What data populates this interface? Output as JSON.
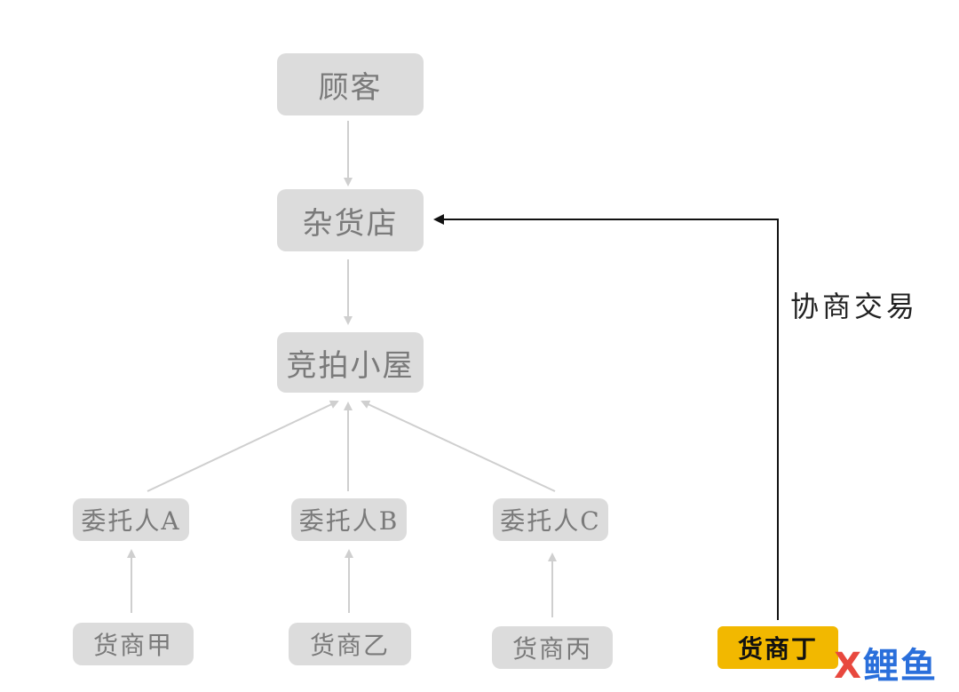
{
  "nodes": {
    "customer": "顾客",
    "grocery": "杂货店",
    "auction_house": "竞拍小屋",
    "consignor_a": "委托人A",
    "consignor_b": "委托人B",
    "consignor_c": "委托人C",
    "merchant_jia": "货商甲",
    "merchant_yi": "货商乙",
    "merchant_bing": "货商丙",
    "merchant_ding": "货商丁"
  },
  "edges": [
    {
      "from": "customer",
      "to": "grocery"
    },
    {
      "from": "grocery",
      "to": "auction_house"
    },
    {
      "from": "consignor_a",
      "to": "auction_house"
    },
    {
      "from": "consignor_b",
      "to": "auction_house"
    },
    {
      "from": "consignor_c",
      "to": "auction_house"
    },
    {
      "from": "merchant_jia",
      "to": "consignor_a"
    },
    {
      "from": "merchant_yi",
      "to": "consignor_b"
    },
    {
      "from": "merchant_bing",
      "to": "consignor_c"
    },
    {
      "from": "merchant_ding",
      "to": "grocery",
      "label": "协商交易"
    }
  ],
  "edge_label": "协商交易",
  "colors": {
    "node_fill": "#dcdcdc",
    "node_text": "#7a7a7a",
    "highlight_fill": "#f2b800",
    "arrow_gray": "#cfcfcf",
    "arrow_dark": "#111111"
  },
  "watermark": {
    "mark": "X",
    "rest": "鲤鱼"
  }
}
